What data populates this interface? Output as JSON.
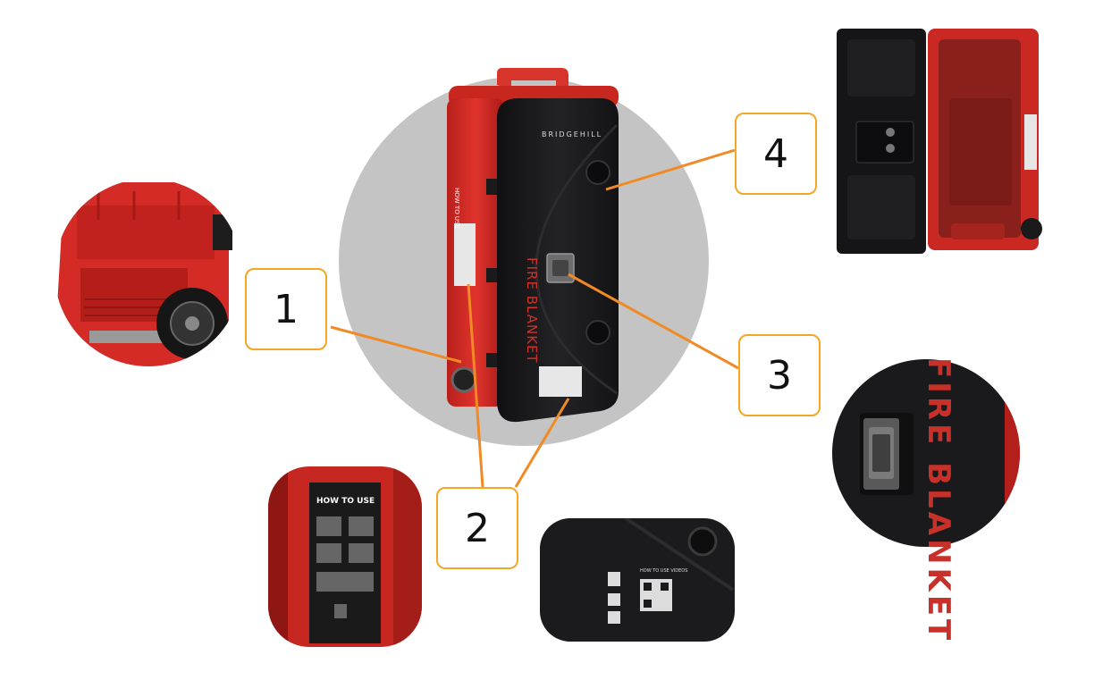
{
  "callouts": [
    {
      "number": "1",
      "meaning": "wheel"
    },
    {
      "number": "2",
      "meaning": "instruction-labels"
    },
    {
      "number": "3",
      "meaning": "latch"
    },
    {
      "number": "4",
      "meaning": "hinge-open-cabinet"
    }
  ],
  "product": {
    "brand": "BRIDGEHILL",
    "front_text": "FIRE BLANKET",
    "label_title": "HOW TO USE",
    "qr_title": "HOW TO USE VIDEOS"
  },
  "colors": {
    "accent": "#f5a623",
    "leader_line": "#f08a24",
    "cabinet_red": "#d52b26",
    "cabinet_black": "#1b1b1d",
    "backdrop_grey": "#c4c4c4"
  }
}
